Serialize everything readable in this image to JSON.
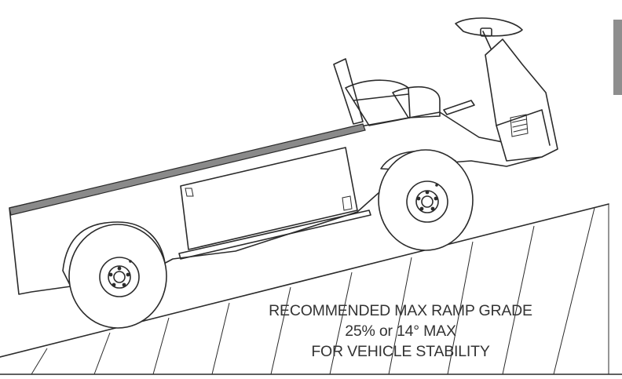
{
  "caption": {
    "line1": "RECOMMENDED MAX RAMP GRADE",
    "line2": "25% or 14° MAX",
    "line3": "FOR VEHICLE STABILITY"
  },
  "colors": {
    "ink": "#2b2b2b",
    "bed_rail": "#8a8a8a",
    "edge_tab": "#8e8e8e",
    "background": "#ffffff"
  },
  "icons": [
    "utility-vehicle-illustration",
    "steering-wheel-icon",
    "seat-icon"
  ]
}
